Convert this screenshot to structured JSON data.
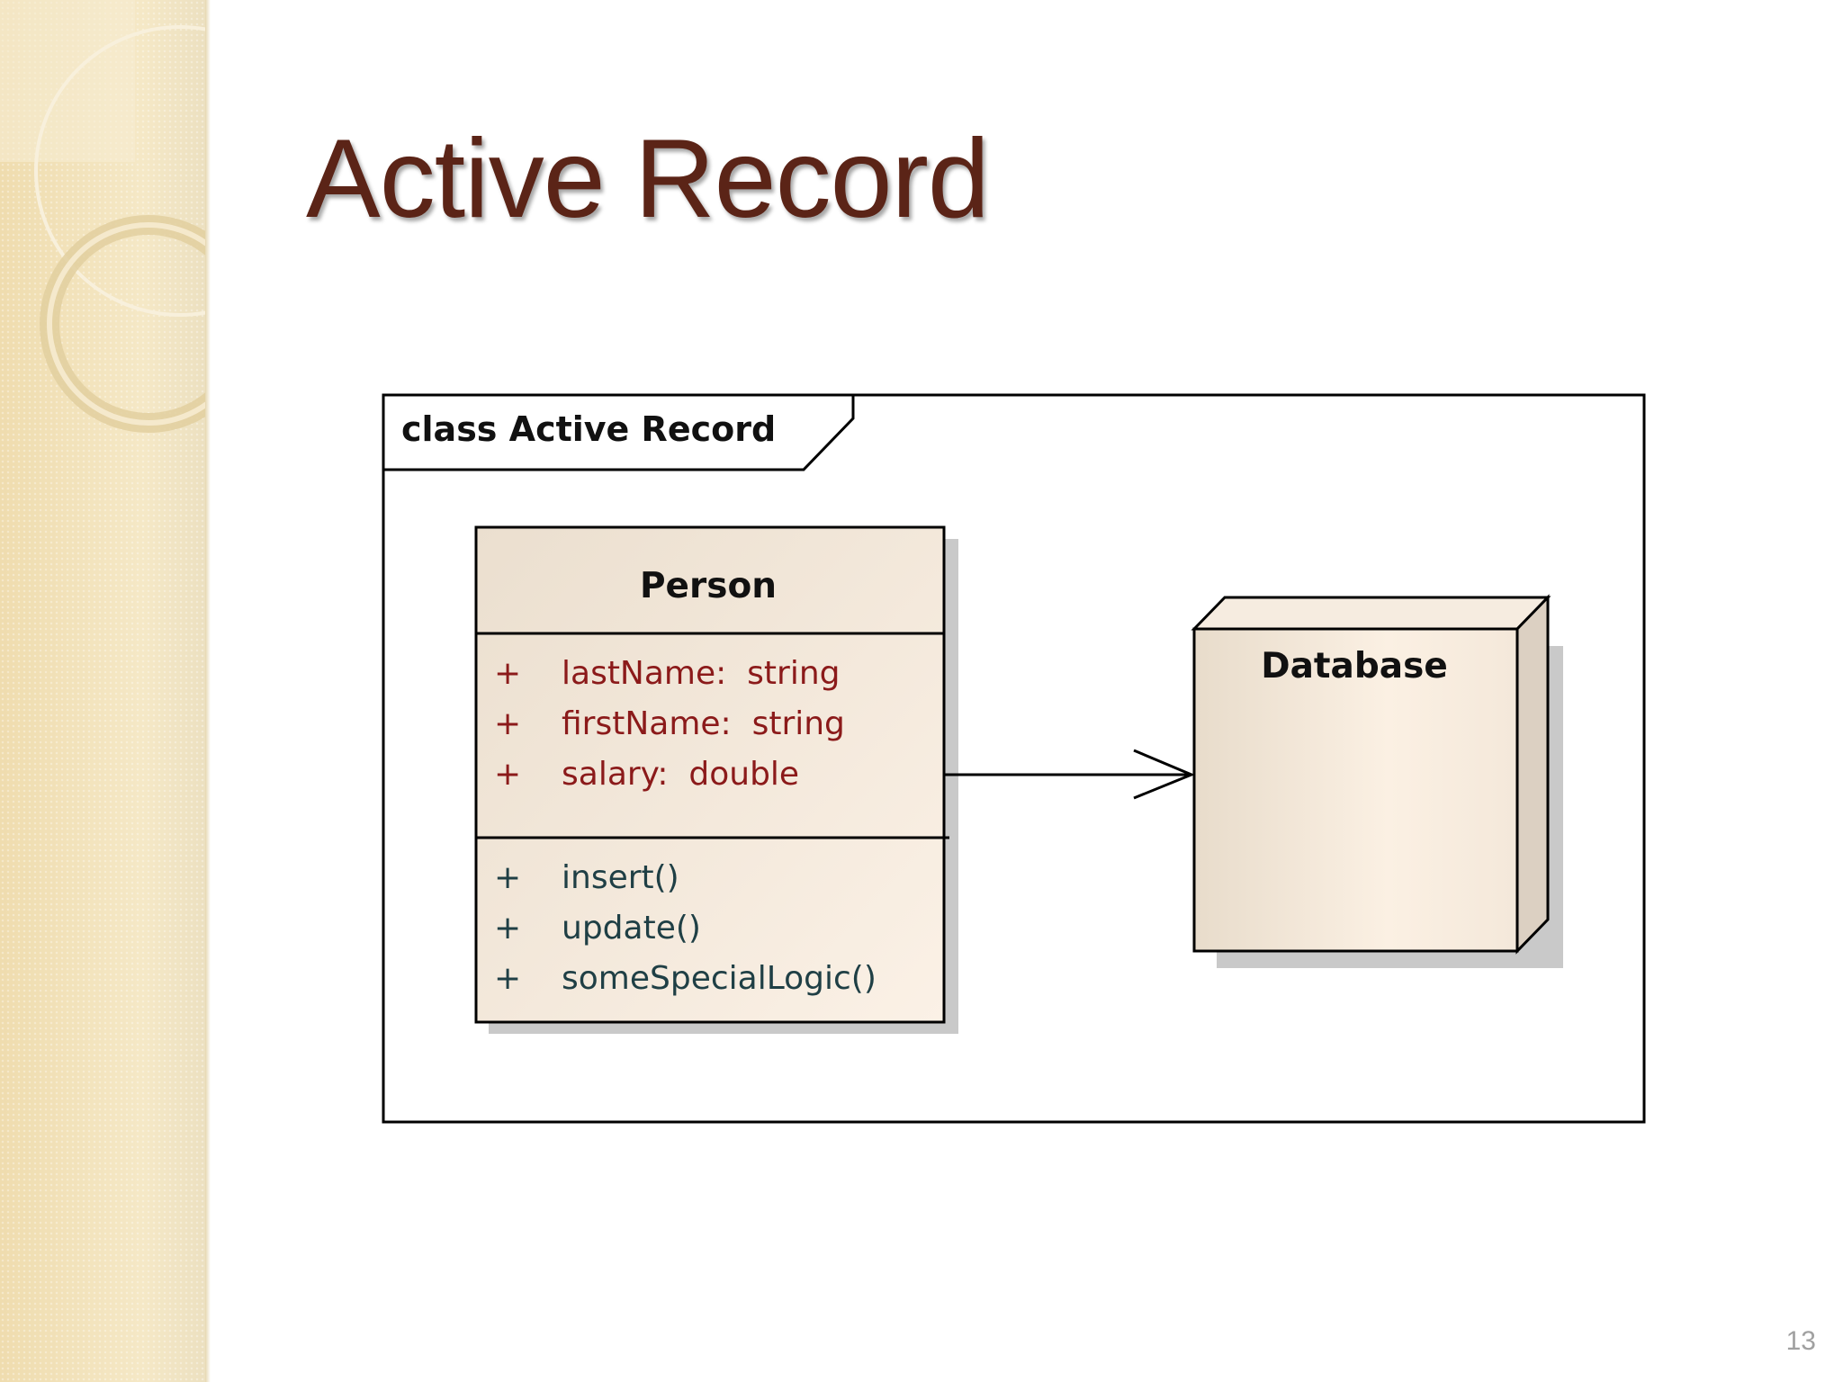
{
  "slide": {
    "title": "Active Record",
    "number": "13"
  },
  "diagram": {
    "frame_label": "class Active Record",
    "person": {
      "name": "Person",
      "attributes": [
        {
          "visibility": "+",
          "text": "lastName:  string"
        },
        {
          "visibility": "+",
          "text": "firstName:  string"
        },
        {
          "visibility": "+",
          "text": "salary:  double"
        }
      ],
      "operations": [
        {
          "visibility": "+",
          "text": "insert()"
        },
        {
          "visibility": "+",
          "text": "update()"
        },
        {
          "visibility": "+",
          "text": "someSpecialLogic()"
        }
      ]
    },
    "database": {
      "name": "Database"
    },
    "colors": {
      "attribute_text": "#8b1a1a",
      "operation_text": "#1f3f45",
      "class_fill": "#f3e6d6",
      "title": "#5b2417"
    }
  }
}
